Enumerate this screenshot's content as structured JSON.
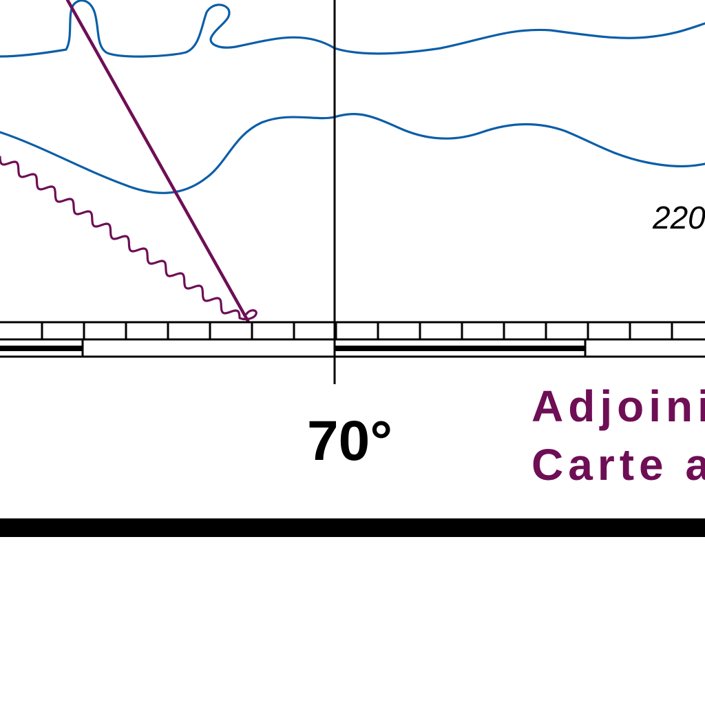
{
  "meridian": {
    "label": "70°"
  },
  "depth": {
    "label": "220"
  },
  "adjoining": {
    "line1": "Adjoini",
    "line2": "Carte a"
  },
  "colors": {
    "contour": "#0b5ea8",
    "boundary": "#6e0e55",
    "ink": "#000000",
    "background": "#ffffff"
  }
}
